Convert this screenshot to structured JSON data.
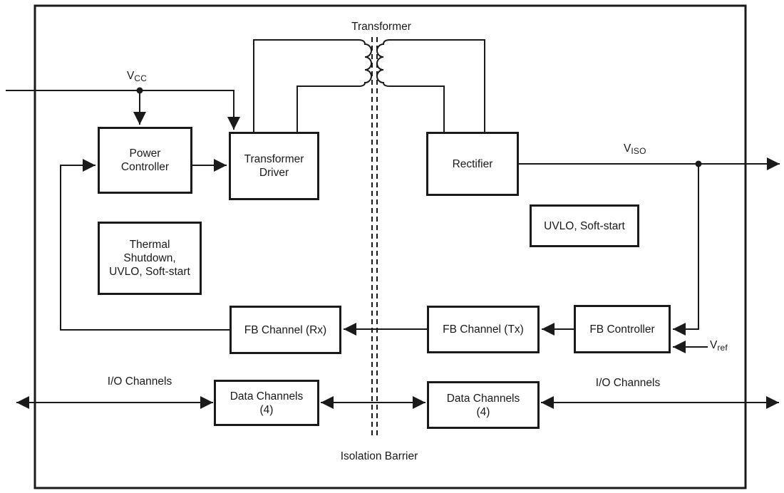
{
  "figure": {
    "transformer_label": "Transformer",
    "isolation_barrier_label": "Isolation Barrier"
  },
  "pins": {
    "vcc": {
      "base": "V",
      "sub": "CC"
    },
    "viso": {
      "base": "V",
      "sub": "ISO"
    },
    "vref": {
      "base": "V",
      "sub": "ref"
    }
  },
  "bus_labels": {
    "io_channels_left": "I/O Channels",
    "io_channels_right": "I/O Channels"
  },
  "blocks": {
    "power_controller": {
      "line1": "Power",
      "line2": "Controller"
    },
    "transformer_driver": {
      "line1": "Transformer",
      "line2": "Driver"
    },
    "rectifier": {
      "line1": "Rectifier"
    },
    "uvlo_soft_start": {
      "line1": "UVLO, Soft-start"
    },
    "thermal_shutdown": {
      "line1": "Thermal",
      "line2": "Shutdown,",
      "line3": "UVLO, Soft-start"
    },
    "fb_channel_rx": {
      "line1": "FB Channel (Rx)"
    },
    "fb_channel_tx": {
      "line1": "FB Channel (Tx)"
    },
    "fb_controller": {
      "line1": "FB Controller"
    },
    "data_channels_left": {
      "line1": "Data Channels",
      "line2": "(4)"
    },
    "data_channels_right": {
      "line1": "Data Channels",
      "line2": "(4)"
    }
  },
  "colors": {
    "line": "#1a1a1a",
    "background": "#ffffff"
  }
}
